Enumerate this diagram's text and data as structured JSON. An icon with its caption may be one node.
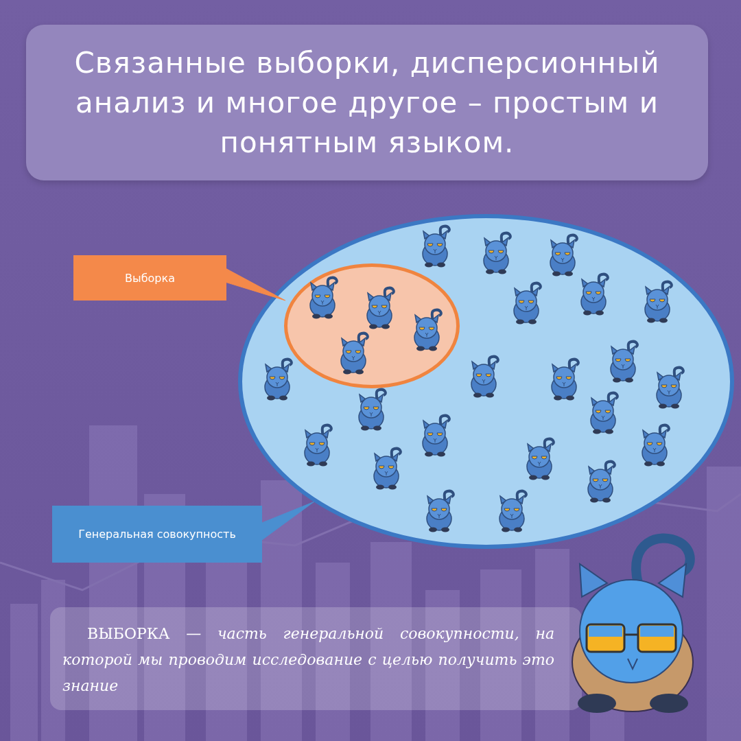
{
  "diagram": {
    "title": "Связанные выборки, дисперсионный анализ и многое другое – простым и понятным языком.",
    "nodes": [
      {
        "text": [],
        "shape": "circle"
      },
      {
        "text": [],
        "shape": "circle",
        "in": 0
      },
      {
        "text": [
          "Выборка"
        ]
      },
      {
        "text": [
          "Генеральная совокупность"
        ]
      },
      {
        "text": [
          "ВЫБОРКА *— часть генеральной совокупности, на которой мы проводим исследование с целью получить это знание*"
        ]
      }
    ],
    "edges": [
      {
        "from": 2,
        "to": 1,
        "arrow": "none"
      },
      {
        "from": 3,
        "to": 0,
        "arrow": "none"
      }
    ]
  }
}
